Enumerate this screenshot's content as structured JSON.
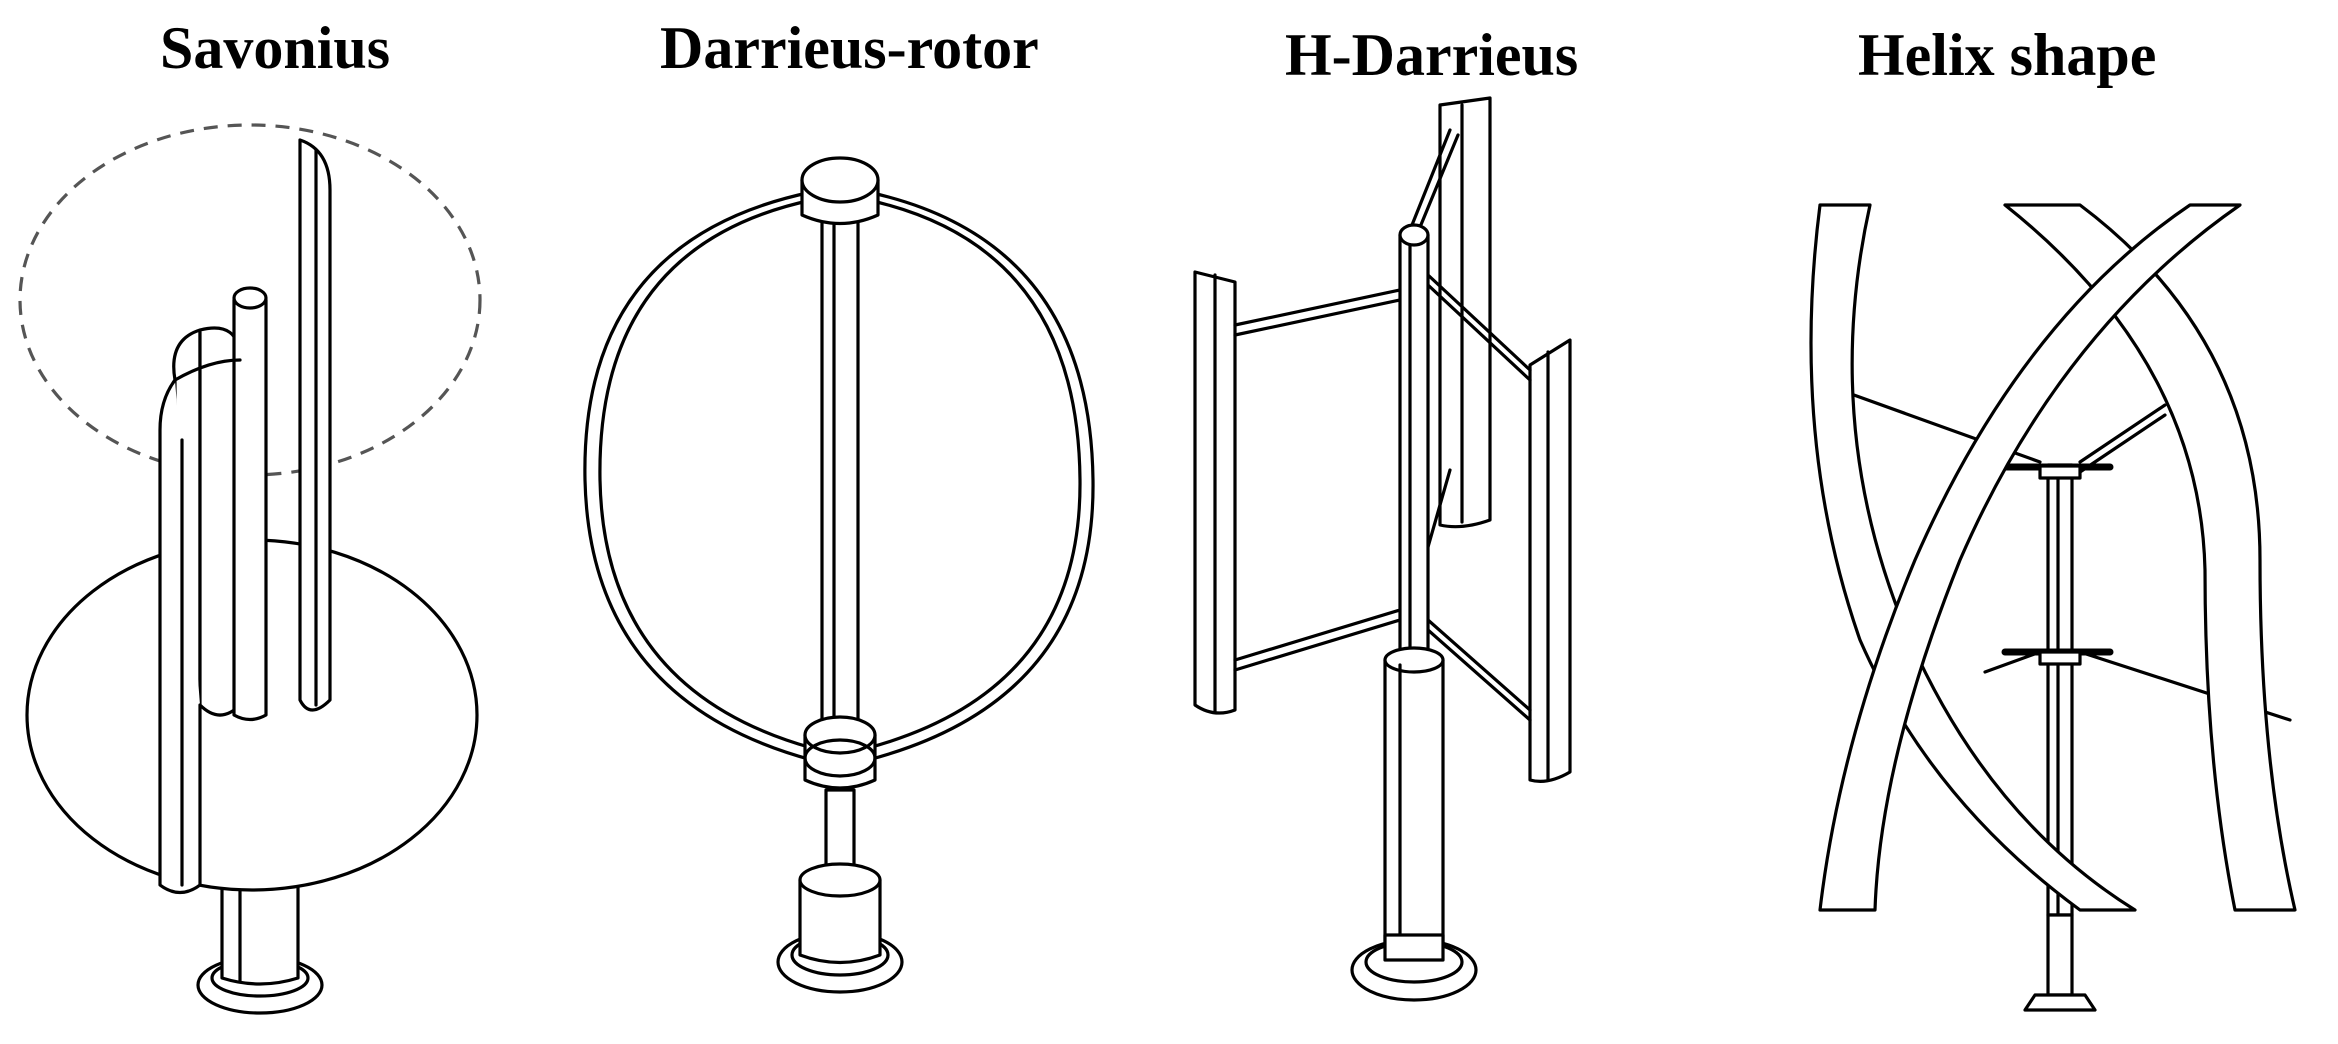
{
  "figure": {
    "turbines": [
      {
        "id": "savonius",
        "label": "Savonius"
      },
      {
        "id": "darrieus",
        "label": "Darrieus-rotor"
      },
      {
        "id": "h-darrieus",
        "label": "H-Darrieus"
      },
      {
        "id": "helix",
        "label": "Helix shape"
      }
    ],
    "stroke_color": "#000000",
    "background_color": "#ffffff"
  }
}
